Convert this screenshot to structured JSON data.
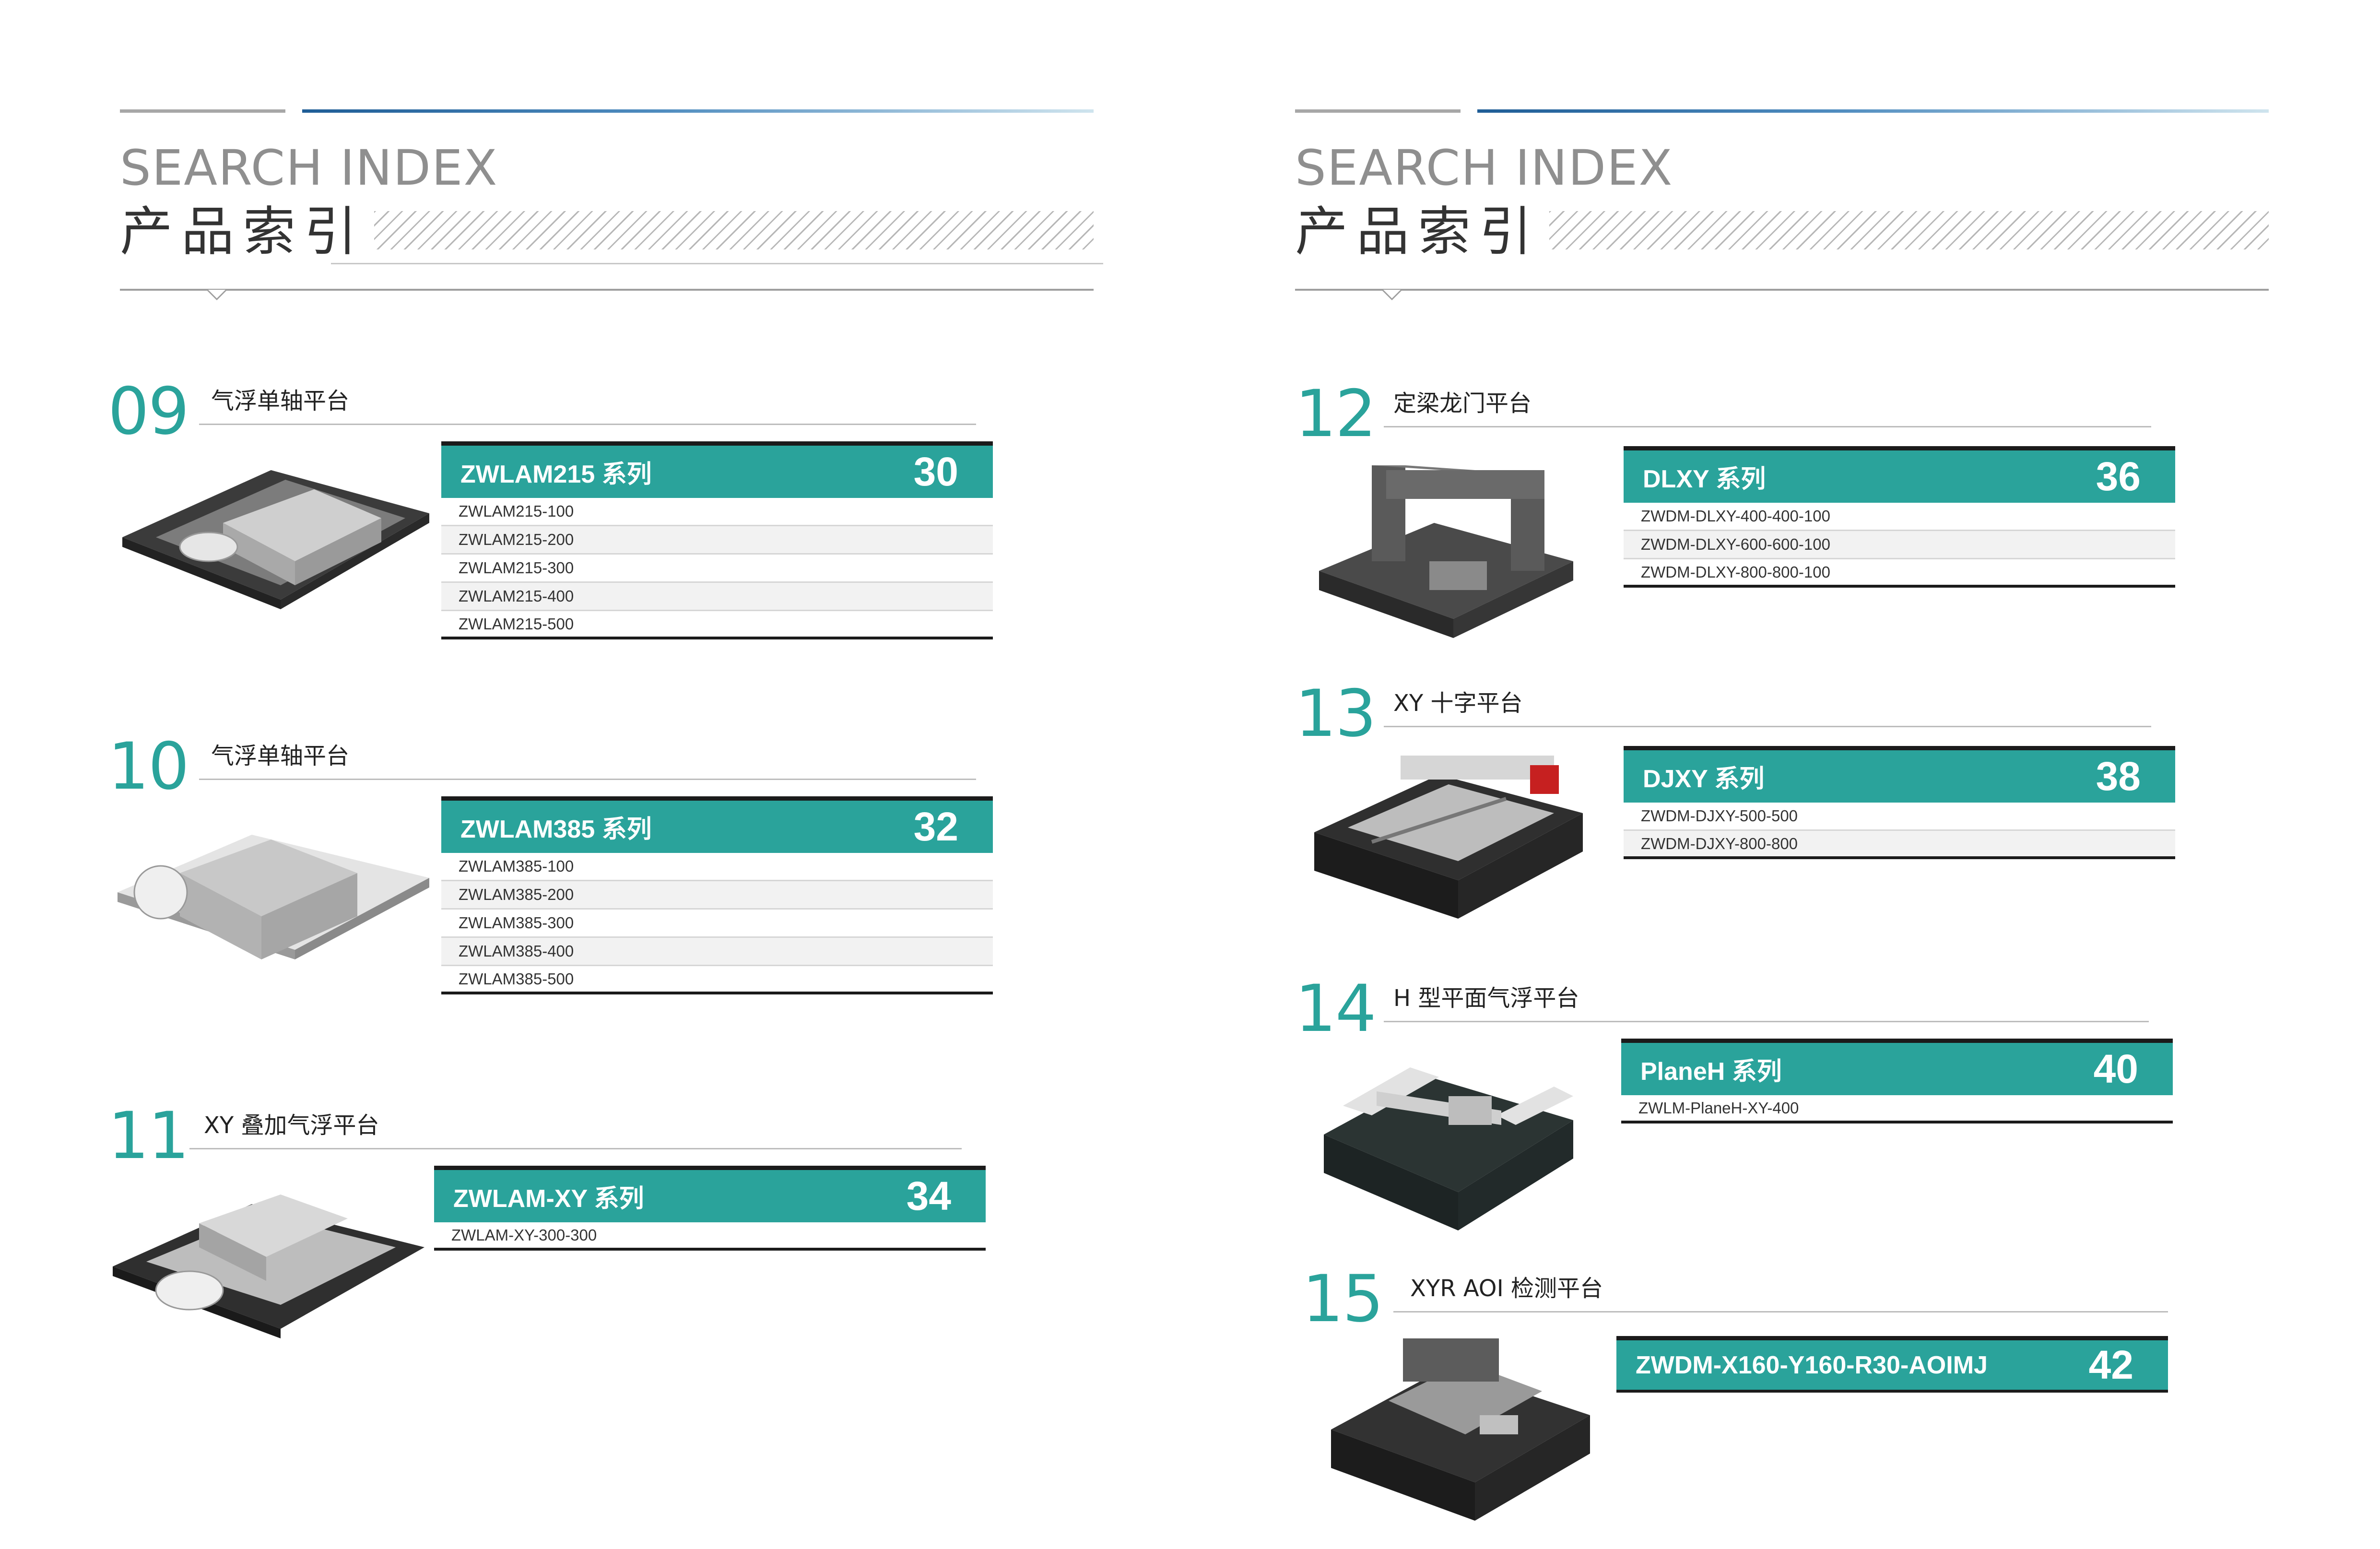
{
  "header": {
    "title_en": "SEARCH INDEX",
    "title_cn": "产品索引"
  },
  "sections": [
    {
      "number": "09",
      "title": "气浮单轴平台",
      "series": "ZWLAM215 系列",
      "page": "30",
      "models": [
        "ZWLAM215-100",
        "ZWLAM215-200",
        "ZWLAM215-300",
        "ZWLAM215-400",
        "ZWLAM215-500"
      ]
    },
    {
      "number": "10",
      "title": "气浮单轴平台",
      "series": "ZWLAM385 系列",
      "page": "32",
      "models": [
        "ZWLAM385-100",
        "ZWLAM385-200",
        "ZWLAM385-300",
        "ZWLAM385-400",
        "ZWLAM385-500"
      ]
    },
    {
      "number": "11",
      "title": "XY 叠加气浮平台",
      "series": "ZWLAM-XY 系列",
      "page": "34",
      "models": [
        "ZWLAM-XY-300-300"
      ]
    },
    {
      "number": "12",
      "title": "定梁龙门平台",
      "series": "DLXY 系列",
      "page": "36",
      "models": [
        "ZWDM-DLXY-400-400-100",
        "ZWDM-DLXY-600-600-100",
        "ZWDM-DLXY-800-800-100"
      ]
    },
    {
      "number": "13",
      "title": "XY 十字平台",
      "series": "DJXY 系列",
      "page": "38",
      "models": [
        "ZWDM-DJXY-500-500",
        "ZWDM-DJXY-800-800"
      ]
    },
    {
      "number": "14",
      "title": "H 型平面气浮平台",
      "series": "PlaneH 系列",
      "page": "40",
      "models": [
        "ZWLM-PlaneH-XY-400"
      ]
    },
    {
      "number": "15",
      "title": "XYR AOI 检测平台",
      "series": "ZWDM-X160-Y160-R30-AOIMJ",
      "page": "42",
      "models": []
    }
  ],
  "icons": [
    "air-bearing-stage-icon",
    "gantry-stage-icon",
    "cross-stage-icon",
    "h-stage-icon",
    "aoi-stage-icon"
  ],
  "colors": {
    "accent": "#2aa39b",
    "rule_dark": "#1b1b1b",
    "blue": "#1f5d96"
  }
}
